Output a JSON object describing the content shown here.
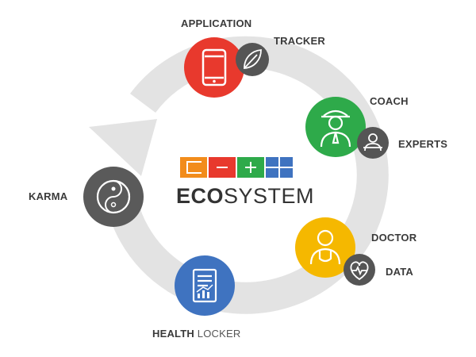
{
  "diagram": {
    "labels": {
      "application": "APPLICATION",
      "tracker": "TRACKER",
      "coach": "COACH",
      "experts": "EXPERTS",
      "doctor": "DOCTOR",
      "data": "DATA",
      "health_bold": "HEALTH",
      "locker_light": "LOCKER",
      "karma": "KARMA"
    },
    "logo": {
      "eco_bold": "ECO",
      "system_light": "SYSTEM",
      "tile_glyphs": [
        "⌐",
        "−",
        "+",
        ""
      ]
    },
    "colors": {
      "ring": "#e3e3e3",
      "application": "#e8392d",
      "coach": "#2eaa4a",
      "doctor": "#f5b800",
      "health_locker": "#3f73c0",
      "karma": "#5a5a5a",
      "satellite": "#555555",
      "tile_orange": "#f28c1b",
      "tile_red": "#e8392d",
      "tile_green": "#2eaa4a",
      "tile_blue": "#3f73c0"
    },
    "icons": {
      "application": "phone-icon",
      "tracker": "leaf-icon",
      "coach": "coach-icon",
      "experts": "expert-icon",
      "doctor": "doctor-icon",
      "data": "heart-pulse-icon",
      "health_locker": "document-chart-icon",
      "karma": "yin-yang-icon"
    }
  }
}
